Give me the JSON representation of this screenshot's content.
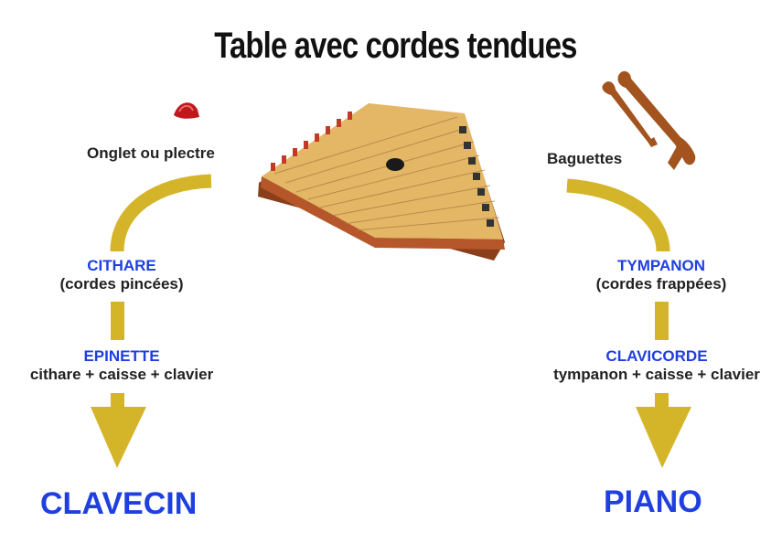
{
  "title": "Table avec cordes tendues",
  "left": {
    "tool_label": "Onglet ou plectre",
    "stage1_name": "CITHARE",
    "stage1_desc": "(cordes pincées)",
    "stage2_name": "EPINETTE",
    "stage2_desc": "cithare + caisse + clavier",
    "result": "CLAVECIN"
  },
  "right": {
    "tool_label": "Baguettes",
    "stage1_name": "TYMPANON",
    "stage1_desc": "(cordes frappées)",
    "stage2_name": "CLAVICORDE",
    "stage2_desc": "tympanon + caisse + clavier",
    "result": "PIANO"
  },
  "colors": {
    "arrow": "#d4b52a",
    "accent_text": "#1f3fe0",
    "wood": "#e3b765",
    "plectrum": "#c0161c",
    "mallet": "#a2531e"
  },
  "icons": [
    "plectrum-icon",
    "zither-image",
    "mallets-icon"
  ]
}
